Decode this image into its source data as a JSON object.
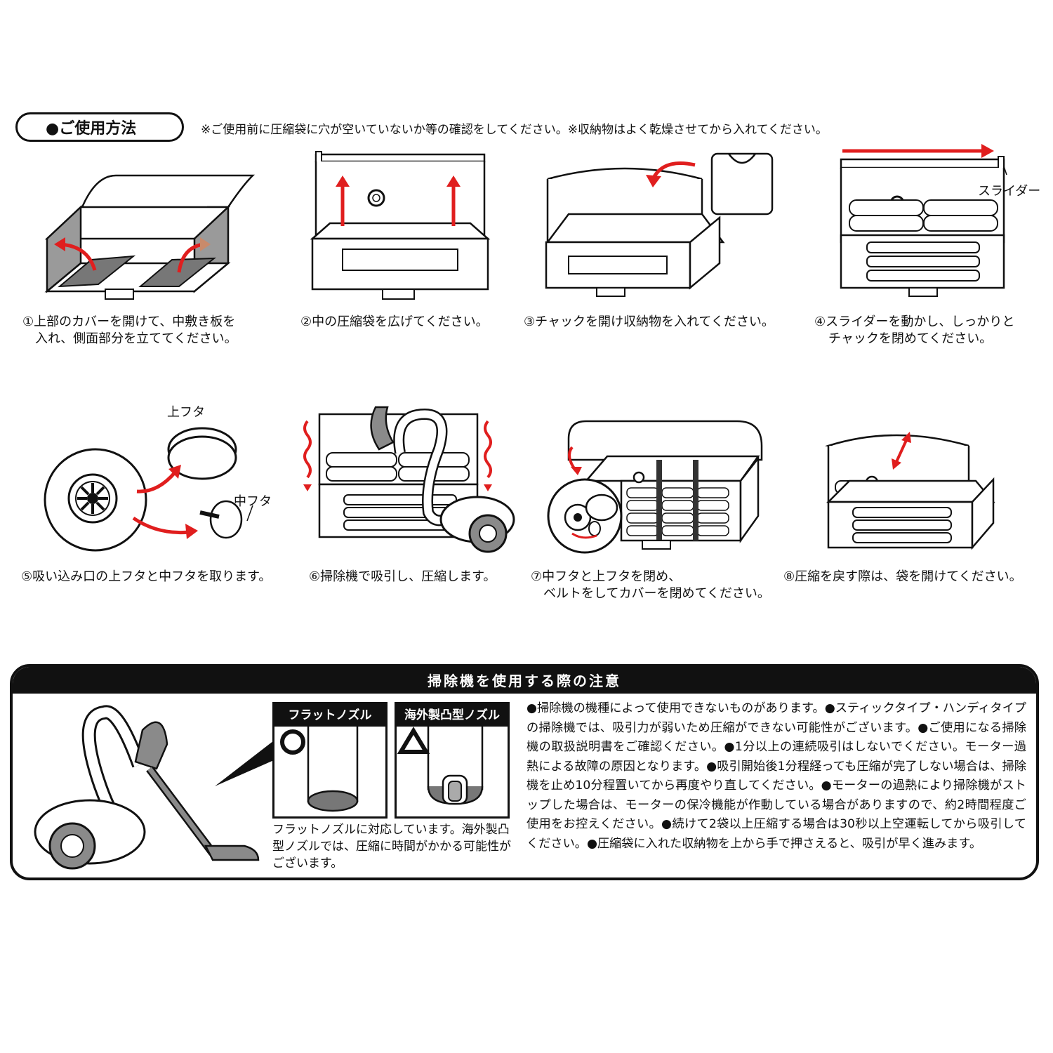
{
  "usage": {
    "title": "●ご使用方法",
    "note": "※ご使用前に圧縮袋に穴が空いていないか等の確認をしてください。※収納物はよく乾燥させてから入れてください。"
  },
  "steps": [
    {
      "line1": "①上部のカバーを開けて、中敷き板を",
      "line2": "入れ、側面部分を立ててください。"
    },
    {
      "line1": "②中の圧縮袋を広げてください。",
      "line2": ""
    },
    {
      "line1": "③チャックを開け収納物を入れてください。",
      "line2": ""
    },
    {
      "line1": "④スライダーを動かし、しっかりと",
      "line2": "チャックを閉めてください。"
    },
    {
      "line1": "⑤吸い込み口の上フタと中フタを取ります。",
      "line2": ""
    },
    {
      "line1": "⑥掃除機で吸引し、圧縮します。",
      "line2": ""
    },
    {
      "line1": "⑦中フタと上フタを閉め、",
      "line2": "ベルトをしてカバーを閉めてください。"
    },
    {
      "line1": "⑧圧縮を戻す際は、袋を開けてください。",
      "line2": ""
    }
  ],
  "labels": {
    "slider": "スライダー",
    "top_cap": "上フタ",
    "inner_cap": "中フタ"
  },
  "caution": {
    "title": "掃除機を使用する際の注意",
    "flat_nozzle": {
      "title": "フラットノズル",
      "mark": "○"
    },
    "foreign_nozzle": {
      "title": "海外製凸型ノズル",
      "mark": "△"
    },
    "nozzle_note": "フラットノズルに対応しています。海外製凸型ノズルでは、圧縮に時間がかかる可能性がございます。",
    "text": "●掃除機の機種によって使用できないものがあります。●スティックタイプ・ハンディタイプの掃除機では、吸引力が弱いため圧縮ができない可能性がございます。●ご使用になる掃除機の取扱説明書をご確認ください。●1分以上の連続吸引はしないでください。モーター過熱による故障の原因となります。●吸引開始後1分程経っても圧縮が完了しない場合は、掃除機を止め10分程置いてから再度やり直してください。●モーターの過熱により掃除機がストップした場合は、モーターの保冷機能が作動している場合がありますので、約2時間程度ご使用をお控えください。●続けて2袋以上圧縮する場合は30秒以上空運転してから吸引してください。●圧縮袋に入れた収納物を上から手で押さえると、吸引が早く進みます。"
  },
  "colors": {
    "accent": "#e01e1e",
    "ink": "#111111",
    "gray": "#8a8a8a"
  }
}
